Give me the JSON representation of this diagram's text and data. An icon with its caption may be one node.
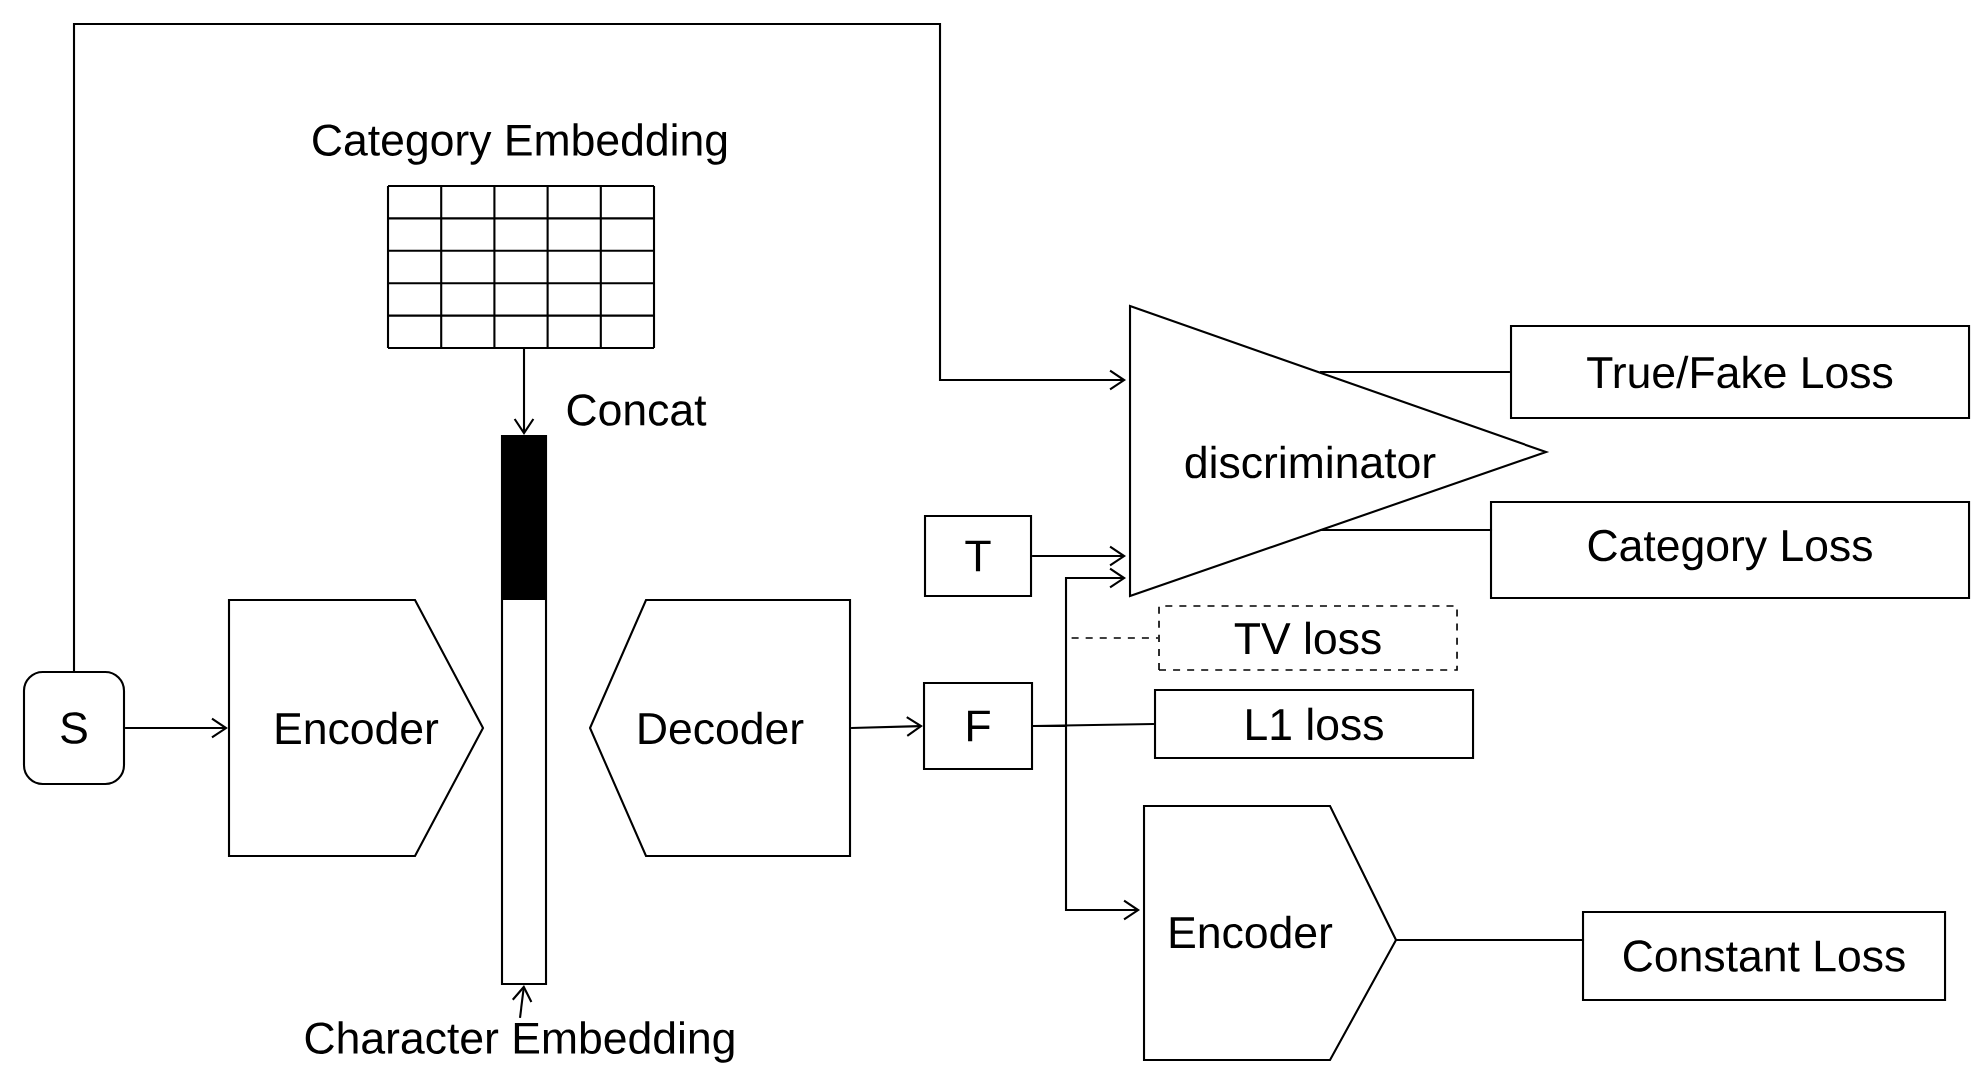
{
  "diagram": {
    "nodes": [
      {
        "text": [
          "S"
        ]
      },
      {
        "text": [
          "Category Embedding"
        ]
      },
      {
        "text": [],
        "shape": "bar"
      },
      {
        "text": [
          "Encoder"
        ]
      },
      {
        "text": [
          "Decoder"
        ]
      },
      {
        "text": [
          "F"
        ]
      },
      {
        "text": [
          "T"
        ]
      },
      {
        "text": [
          "discriminator"
        ]
      },
      {
        "text": [
          "True/Fake Loss"
        ]
      },
      {
        "text": [
          "Category Loss"
        ]
      },
      {
        "text": [
          "TV loss"
        ]
      },
      {
        "text": [
          "L1 loss"
        ]
      },
      {
        "text": [
          "Encoder"
        ]
      },
      {
        "text": [
          "Constant Loss"
        ]
      },
      {
        "text": [
          "Character Embedding"
        ]
      }
    ],
    "edges": [
      {
        "from": 0,
        "to": 3,
        "arrow": "to"
      },
      {
        "from": 0,
        "to": 7,
        "arrow": "to"
      },
      {
        "from": 1,
        "to": 2,
        "arrow": "to",
        "label": "Concat"
      },
      {
        "from": 14,
        "to": 2,
        "arrow": "to"
      },
      {
        "from": 4,
        "to": 5,
        "arrow": "to"
      },
      {
        "from": 6,
        "to": 7,
        "arrow": "to"
      },
      {
        "from": 5,
        "to": 7,
        "arrow": "to"
      },
      {
        "from": 5,
        "to": 10,
        "arrow": "none",
        "style": "dashed"
      },
      {
        "from": 5,
        "to": 11,
        "arrow": "none"
      },
      {
        "from": 5,
        "to": 12,
        "arrow": "to"
      },
      {
        "from": 7,
        "to": 8,
        "arrow": "none"
      },
      {
        "from": 7,
        "to": 9,
        "arrow": "none"
      },
      {
        "from": 12,
        "to": 13,
        "arrow": "none"
      }
    ]
  }
}
